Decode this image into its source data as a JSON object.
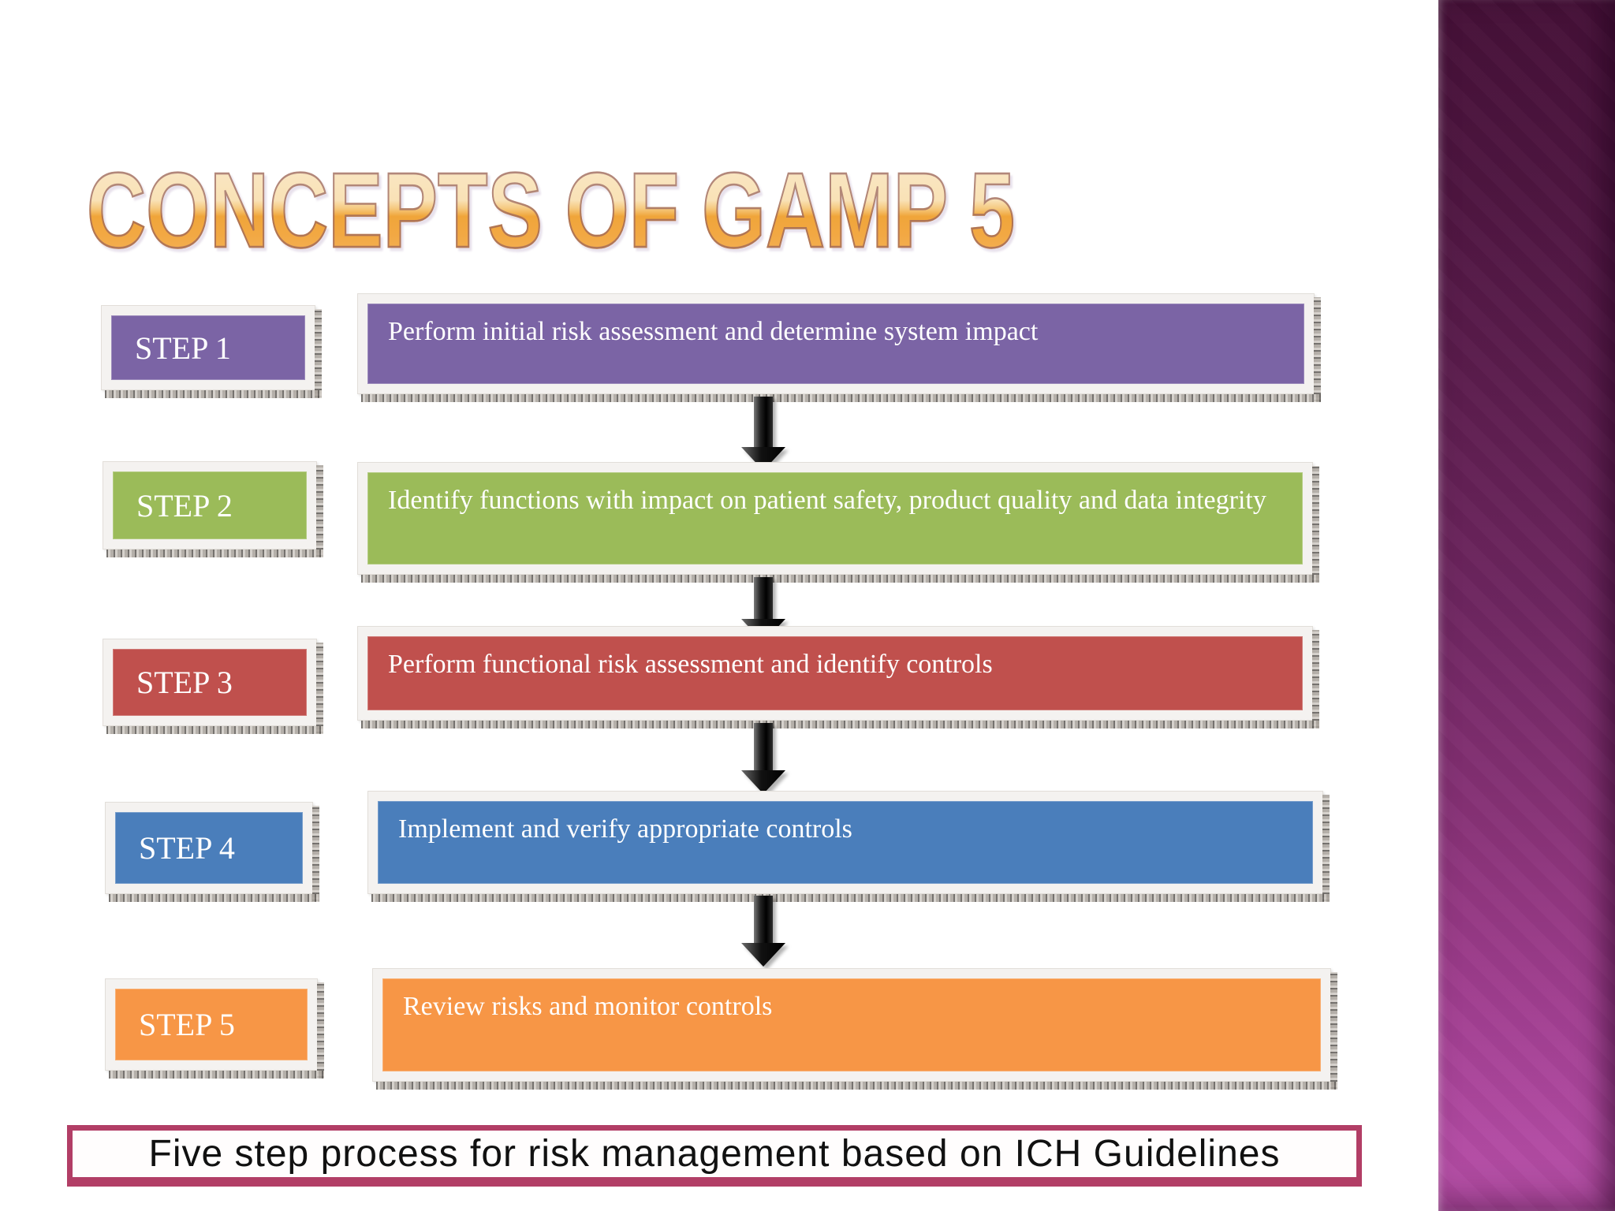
{
  "slide": {
    "title": "CONCEPTS OF GAMP 5",
    "caption": "Five step process for risk management based on ICH Guidelines"
  },
  "steps": [
    {
      "label": "STEP 1",
      "description": "Perform initial risk assessment and determine system impact",
      "color": "#7b64a5"
    },
    {
      "label": "STEP 2",
      "description": "Identify functions with impact on patient safety, product quality and data integrity",
      "color": "#9bbb59"
    },
    {
      "label": "STEP 3",
      "description": "Perform functional risk assessment and identify controls",
      "color": "#c0504d"
    },
    {
      "label": "STEP 4",
      "description": "Implement and verify appropriate controls",
      "color": "#4a7ebb"
    },
    {
      "label": "STEP 5",
      "description": "Review risks and monitor controls",
      "color": "#f79646"
    }
  ],
  "colors": {
    "band_top": "#451037",
    "band_bottom": "#b64ea6",
    "caption_border": "#b23e66",
    "title_gradient_top": "#f9e7c7",
    "title_gradient_bottom": "#f2a843",
    "arrow": "#111111"
  }
}
